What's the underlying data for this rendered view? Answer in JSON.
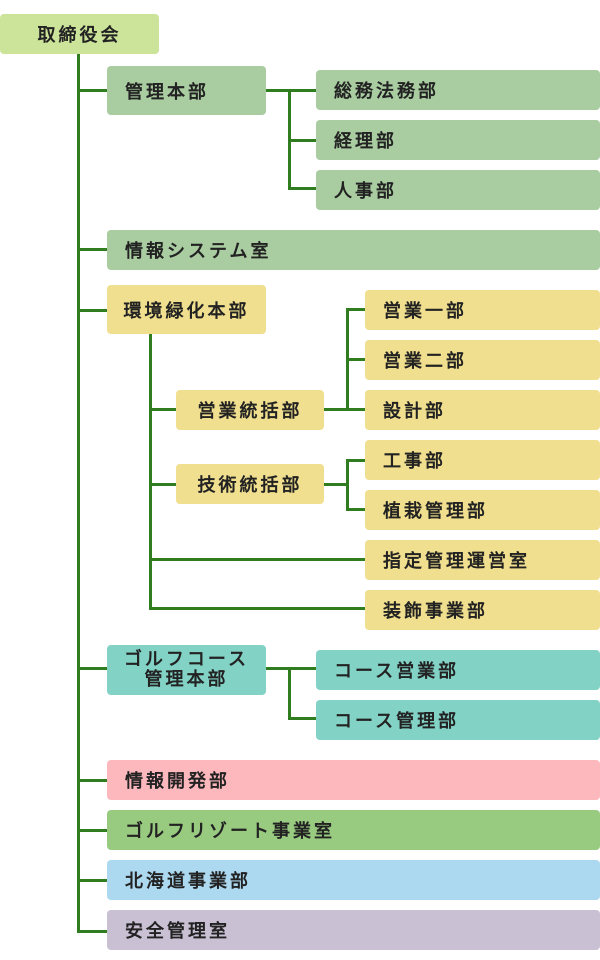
{
  "root": {
    "label": "取締役会"
  },
  "kanri": {
    "label": "管理本部",
    "children": [
      "総務法務部",
      "経理部",
      "人事部"
    ]
  },
  "johosys": {
    "label": "情報システム室"
  },
  "kankyo": {
    "label": "環境緑化本部",
    "eigyo_tokatsu": {
      "label": "営業統括部",
      "children": [
        "営業一部",
        "営業二部",
        "設計部"
      ]
    },
    "gijutsu_tokatsu": {
      "label": "技術統括部",
      "children": [
        "工事部",
        "植栽管理部"
      ]
    },
    "direct": [
      "指定管理運営室",
      "装飾事業部"
    ]
  },
  "golf": {
    "label_line1": "ゴルフコース",
    "label_line2": "管理本部",
    "children": [
      "コース営業部",
      "コース管理部"
    ]
  },
  "others": [
    "情報開発部",
    "ゴルフリゾート事業室",
    "北海道事業部",
    "安全管理室"
  ]
}
